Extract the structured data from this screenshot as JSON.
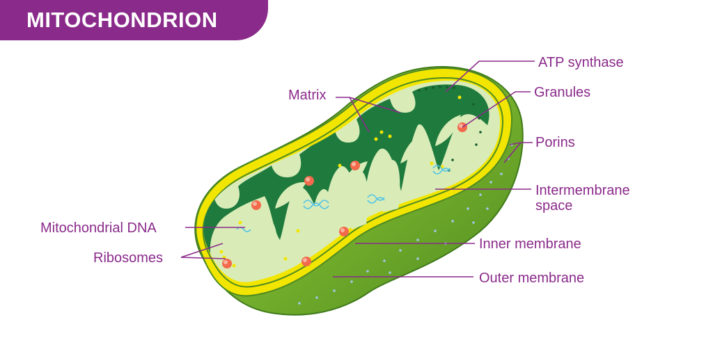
{
  "title": "MITOCHONDRION",
  "labels": {
    "atp_synthase": "ATP synthase",
    "granules": "Granules",
    "matrix": "Matrix",
    "porins": "Porins",
    "intermembrane_line1": "Intermembrane",
    "intermembrane_line2": "space",
    "mitochondrial_dna": "Mitochondrial DNA",
    "ribosomes": "Ribosomes",
    "inner_membrane": "Inner membrane",
    "outer_membrane": "Outer membrane"
  },
  "colors": {
    "title_bg": "#8a2a8a",
    "label": "#8a2a8a",
    "outer_green": "#7cb32b",
    "membrane_yellow": "#f2e600",
    "intermembrane": "#d9ecb8",
    "matrix": "#1f7a3d",
    "granule": "#f26a4b"
  }
}
